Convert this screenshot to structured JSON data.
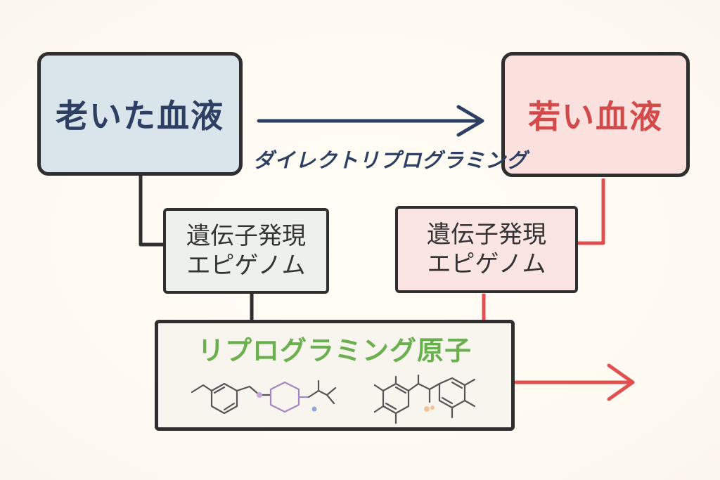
{
  "old_blood": {
    "label": "老いた血液"
  },
  "young_blood": {
    "label": "若い血液"
  },
  "direct_reprogramming": {
    "label": "ダイレクトリプログラミング"
  },
  "gene_left": {
    "line1": "遺伝子発現",
    "line2": "エピゲノム"
  },
  "gene_right": {
    "line1": "遺伝子発現",
    "line2": "エピゲノム"
  },
  "reprogramming_factors": {
    "label": "リプログラミング原子"
  },
  "colors": {
    "old_blood_fill": "#d9e5ea",
    "old_blood_text": "#2d3f63",
    "young_blood_fill": "#fbe1de",
    "young_blood_text": "#d24a4a",
    "factor_text": "#6bb04f",
    "arrow_navy": "#2d3f63",
    "arrow_red": "#e05050",
    "outline": "#2f2f2f"
  },
  "icons": [
    "molecule-structure-icon-1",
    "molecule-structure-icon-2"
  ]
}
